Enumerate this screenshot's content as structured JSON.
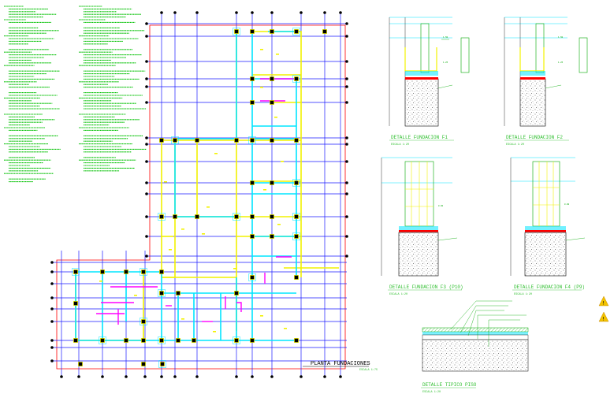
{
  "drawing": {
    "plan_title": "PLANTA FUNDACIONES",
    "plan_scale": "ESCALA 1:75"
  },
  "details": [
    {
      "id": "f1",
      "title": "DETALLE FUNDACION F1",
      "scale": "ESCALA 1:20"
    },
    {
      "id": "f2",
      "title": "DETALLE FUNDACION F2",
      "scale": "ESCALA 1:20"
    },
    {
      "id": "f3",
      "title": "DETALLE FUNDACION F3 (P10)",
      "scale": "ESCALA 1:20"
    },
    {
      "id": "f4",
      "title": "DETALLE FUNDACION F4 (P9)",
      "scale": "ESCALA 1:20"
    },
    {
      "id": "piso",
      "title": "DETALLE TIPICO PISO",
      "scale": "ESCALA 1:20"
    }
  ],
  "colors": {
    "grid": "#1a1aff",
    "footing": "#00e5ff",
    "beam_yellow": "#f2f200",
    "red_outline": "#ff0000",
    "magenta": "#ff00ff",
    "green_text": "#00c000",
    "black": "#000000",
    "soil": "#d8d8d8",
    "warning": "#f2c200"
  },
  "icons": {
    "warning_top": "warning-triangle-icon",
    "warning_bottom": "warning-triangle-icon"
  }
}
